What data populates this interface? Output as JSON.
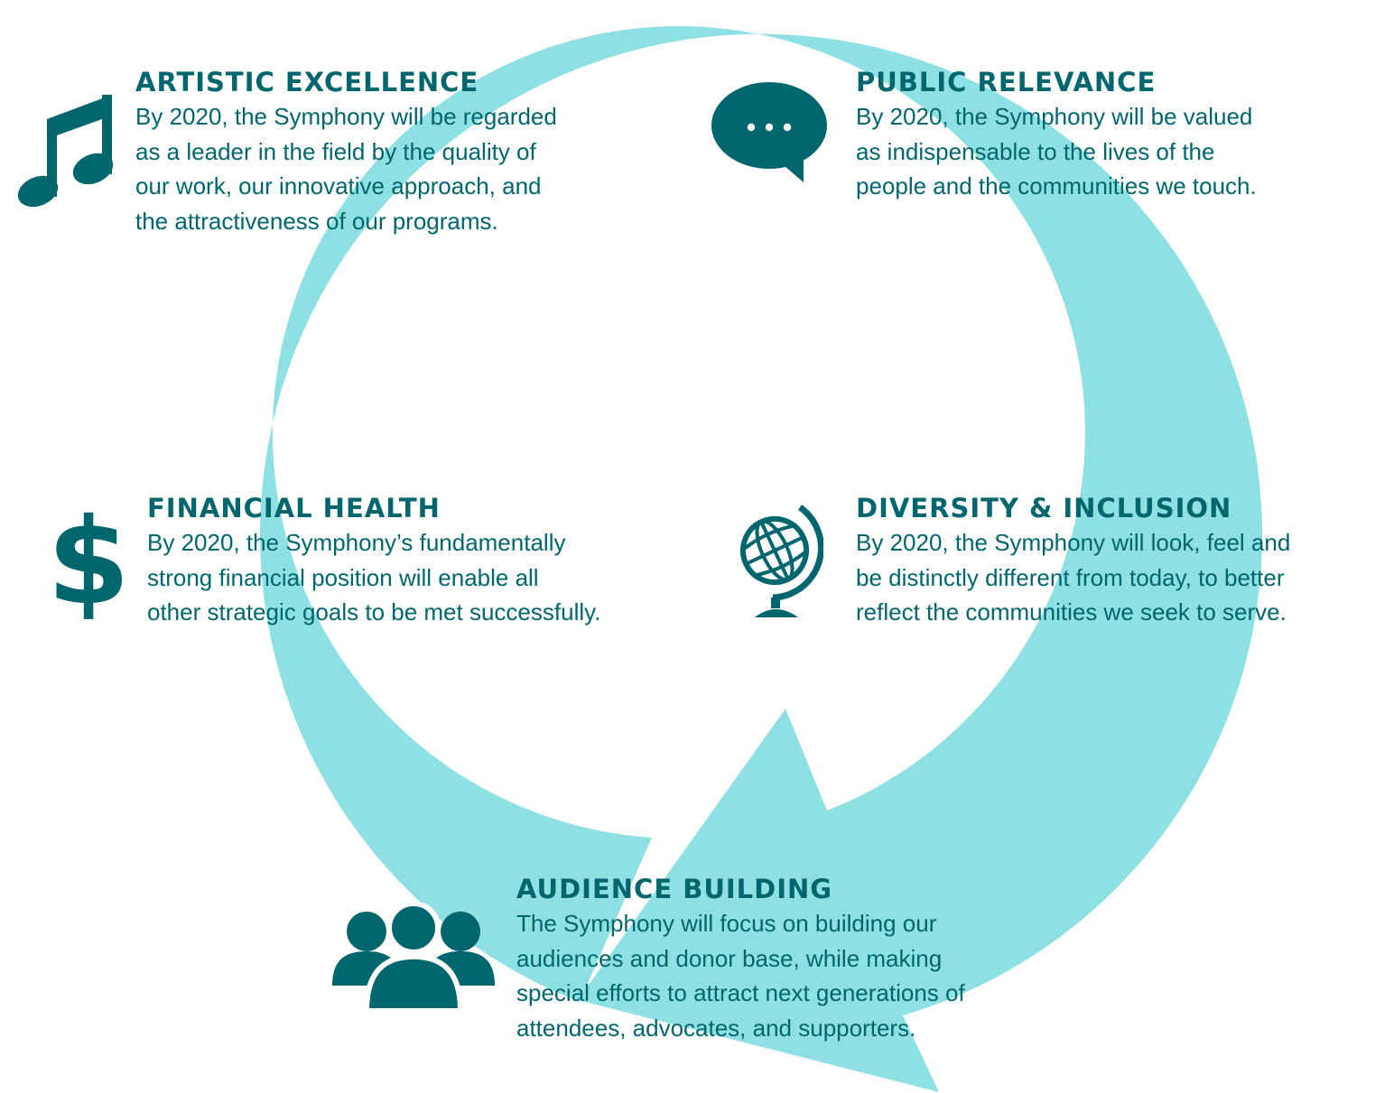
{
  "colors": {
    "ring": "#8fe0e3",
    "accent": "#00666d",
    "background": "#ffffff"
  },
  "goals": {
    "artistic": {
      "icon": "music-note-icon",
      "title": "ARTISTIC EXCELLENCE",
      "lines": [
        "By 2020, the Symphony will be regarded",
        "as a leader in the field by the quality of",
        "our work, our innovative approach, and",
        "the attractiveness of our programs."
      ]
    },
    "public": {
      "icon": "speech-bubble-icon",
      "title": "PUBLIC RELEVANCE",
      "lines": [
        "By 2020, the Symphony will be valued",
        "as indispensable to the lives of the",
        "people and the communities we touch."
      ]
    },
    "financial": {
      "icon": "dollar-icon",
      "title": "FINANCIAL HEALTH",
      "lines": [
        "By 2020, the Symphony’s fundamentally",
        "strong financial position will enable all",
        "other strategic goals to be met successfully."
      ]
    },
    "diversity": {
      "icon": "globe-icon",
      "title": "DIVERSITY & INCLUSION",
      "lines": [
        "By 2020, the Symphony will look, feel and",
        "be distinctly different from today, to better",
        "reflect the communities we seek to serve."
      ]
    },
    "audience": {
      "icon": "people-icon",
      "title": "AUDIENCE BUILDING",
      "lines": [
        "The Symphony will focus on building our",
        "audiences and donor base, while making",
        "special efforts to attract next generations of",
        "attendees, advocates, and supporters."
      ]
    }
  }
}
